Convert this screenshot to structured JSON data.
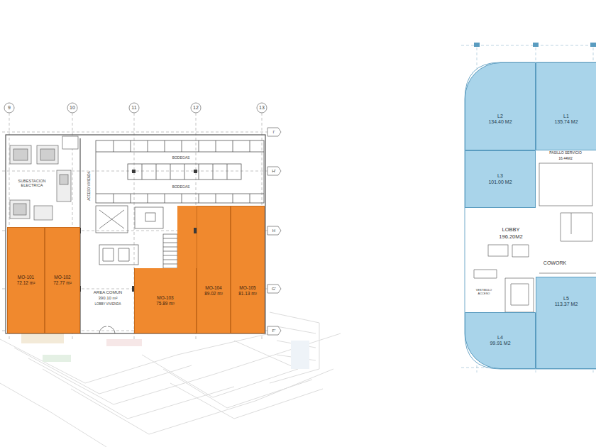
{
  "diagram": {
    "nodes": [
      {
        "text": [
          "MO-101",
          "72.12 m²"
        ]
      },
      {
        "text": [
          "MO-102",
          "72.77 m²"
        ]
      },
      {
        "text": [
          "MO-103",
          "75.89 m²"
        ]
      },
      {
        "text": [
          "MO-104",
          "89.02 m²"
        ]
      },
      {
        "text": [
          "MO-105",
          "81.13 m²"
        ]
      },
      {
        "text": [
          "L2",
          "134.40 M2"
        ]
      },
      {
        "text": [
          "L1",
          "135.74 M2"
        ]
      },
      {
        "text": [
          "L3",
          "101.00 M2"
        ]
      },
      {
        "text": [
          "L5",
          "113.37 M2"
        ]
      },
      {
        "text": [
          "L4",
          "99.91 M2"
        ]
      }
    ],
    "labels": [
      "9",
      "10",
      "11",
      "12",
      "13",
      "I'",
      "H'",
      "H",
      "G'",
      "F'",
      "SUBESTACION ELECTRICA",
      "ACCESO VIVIENDA",
      "BODEGAS",
      "BODEGAS",
      "AREA COMUN",
      "390.10 m²",
      "LOBBY VIVIENDA",
      "LOBBY",
      "196.20M2",
      "PASILLO SERVICIO",
      "16.44M2",
      "COWORK",
      "VESTIBULO ACCESO"
    ]
  }
}
